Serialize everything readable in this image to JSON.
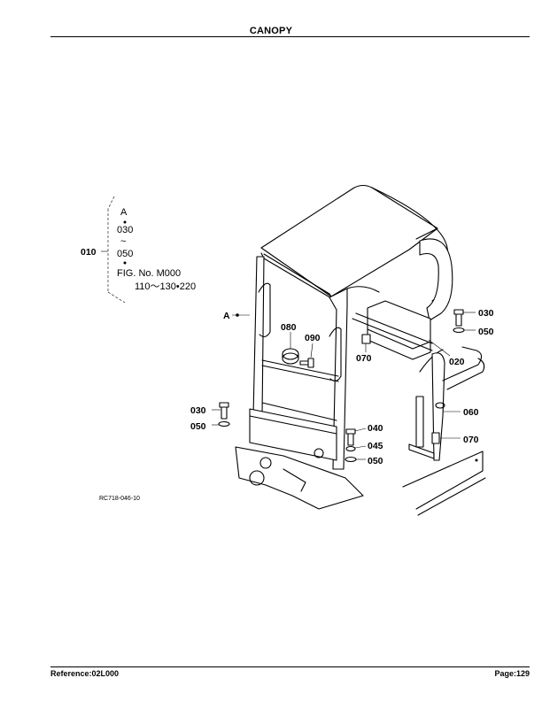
{
  "header": {
    "title": "CANOPY"
  },
  "footer": {
    "reference": "Reference:02L000",
    "page": "Page:129"
  },
  "diagram": {
    "group_note": {
      "part": "010",
      "line1": "A",
      "line2": "030",
      "line3": "~",
      "line4": "050",
      "line5": "FIG. No. M000",
      "line6": "110～130•220"
    },
    "callouts": {
      "a": "A",
      "p080": "080",
      "p090": "090",
      "p070_upper": "070",
      "p020": "020",
      "p030_right": "030",
      "p050_right": "050",
      "p030_left": "030",
      "p050_left": "050",
      "p040": "040",
      "p045": "045",
      "p050_center": "050",
      "p060": "060",
      "p070_lower": "070"
    },
    "figure_code": "RC718-046-10"
  }
}
